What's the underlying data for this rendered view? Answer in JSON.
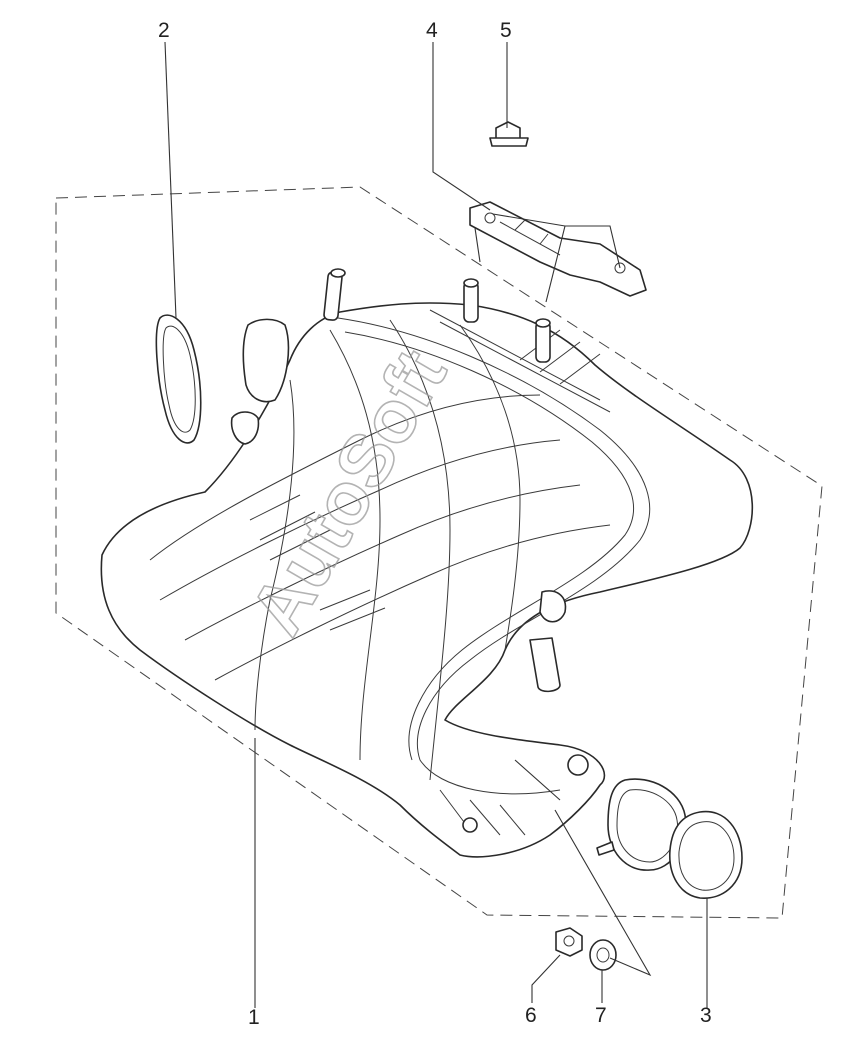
{
  "diagram": {
    "callouts": [
      {
        "id": "1",
        "label": "1"
      },
      {
        "id": "2",
        "label": "2"
      },
      {
        "id": "3",
        "label": "3"
      },
      {
        "id": "4",
        "label": "4"
      },
      {
        "id": "5",
        "label": "5"
      },
      {
        "id": "6",
        "label": "6"
      },
      {
        "id": "7",
        "label": "7"
      }
    ],
    "watermark": "AutoSoft"
  }
}
